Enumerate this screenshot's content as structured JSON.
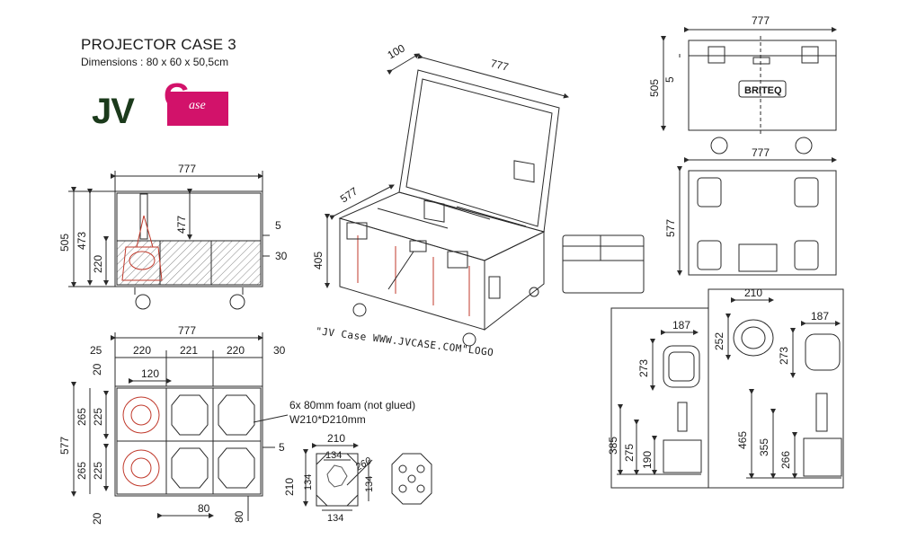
{
  "header": {
    "title": "PROJECTOR CASE 3",
    "subtitle": "Dimensions : 80 x 60 x 50,5cm"
  },
  "logo": {
    "jv": "JV",
    "g": "G",
    "case": "ase"
  },
  "brand_plate": "BRITEQ",
  "notes": {
    "logo_note": "\"JV Case WWW.JVCASE.COM\"LOGO",
    "foam_line1": "6x 80mm foam (not glued)",
    "foam_line2": "W210*D210mm"
  },
  "dims": {
    "d777": "777",
    "d100": "100",
    "d577": "577",
    "d505": "505",
    "d473": "473",
    "d477": "477",
    "d220": "220",
    "d221": "221",
    "d405": "405",
    "d5": "5",
    "d30": "30",
    "d25": "25",
    "d20": "20",
    "d120": "120",
    "d265": "265",
    "d225": "225",
    "d80": "80",
    "d210": "210",
    "d134": "134",
    "d260": "260",
    "d187": "187",
    "d273": "273",
    "d252": "252",
    "d385": "385",
    "d275": "275",
    "d190": "190",
    "d465": "465",
    "d355": "355",
    "d266": "266"
  },
  "colors": {
    "line": "#2a2a2a",
    "red_line": "#c0392b",
    "brand": "#d2126a",
    "logo_dark": "#1b3a1b"
  }
}
